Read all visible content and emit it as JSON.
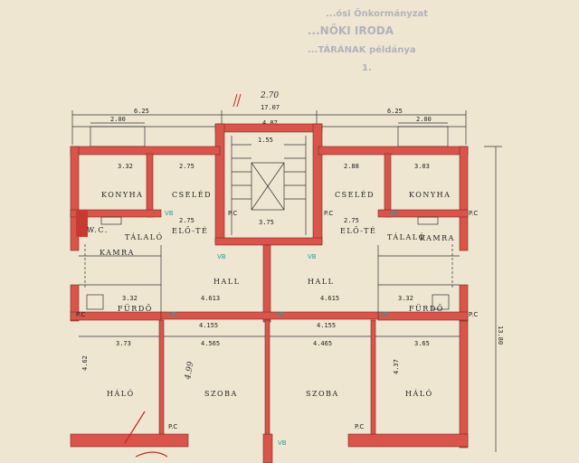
{
  "stamp": {
    "line1": "...ósi Önkormányzat",
    "line2": "...NÖKI IRODA",
    "line3": "...TÁRÁNAK példánya",
    "line4": "1."
  },
  "dimensions": {
    "top_left_span": "6.25",
    "top_right_span": "6.25",
    "total_width": "17.07",
    "stair_width": "4.87",
    "balcony_left": "2.00",
    "balcony_right": "2.00",
    "stair_inner": "1.55",
    "hand_note": "2.70",
    "left_kitchen": "3.32",
    "left_maid": "2.75",
    "right_maid": "2.88",
    "right_kitchen": "3.03",
    "hall_center": "3.75",
    "left_ante": "2.75",
    "right_ante": "2.75",
    "left_bath": "3.32",
    "right_bath": "3.32",
    "left_hall": "4.613",
    "right_hall": "4.615",
    "left_room_w": "4.155",
    "right_room_w": "4.155",
    "left_bed": "3.73",
    "left_room2": "4.565",
    "right_room2": "4.465",
    "right_bed": "3.65",
    "right_height": "13.80",
    "left_bed_h": "4.62",
    "right_bed_h": "4.37",
    "note_199": "4.99"
  },
  "rooms": {
    "left_kitchen": "KONYHA",
    "left_maid": "CSELÉD",
    "right_maid": "CSELÉD",
    "right_kitchen": "KONYHA",
    "left_ante": "ELŐ-TÉ",
    "right_ante": "ELŐ-TÉ",
    "left_pantry_top": "TÁLALÓ",
    "right_pantry_top": "TÁLALÓ",
    "left_store": "KAMRA",
    "right_store": "KAMRA",
    "left_hall": "HALL",
    "right_hall": "HALL",
    "left_bath": "FÜRDŐ",
    "right_bath": "FÜRDŐ",
    "left_bed": "HÁLÓ",
    "left_room": "SZOBA",
    "right_room": "SZOBA",
    "right_bed": "HÁLÓ",
    "wc": "W.C."
  },
  "marks": {
    "pc": "P.C",
    "vb": "VB"
  },
  "colors": {
    "paper": "#efe6d2",
    "wall": "#d9544a",
    "vb_label": "#2a9a9a"
  }
}
